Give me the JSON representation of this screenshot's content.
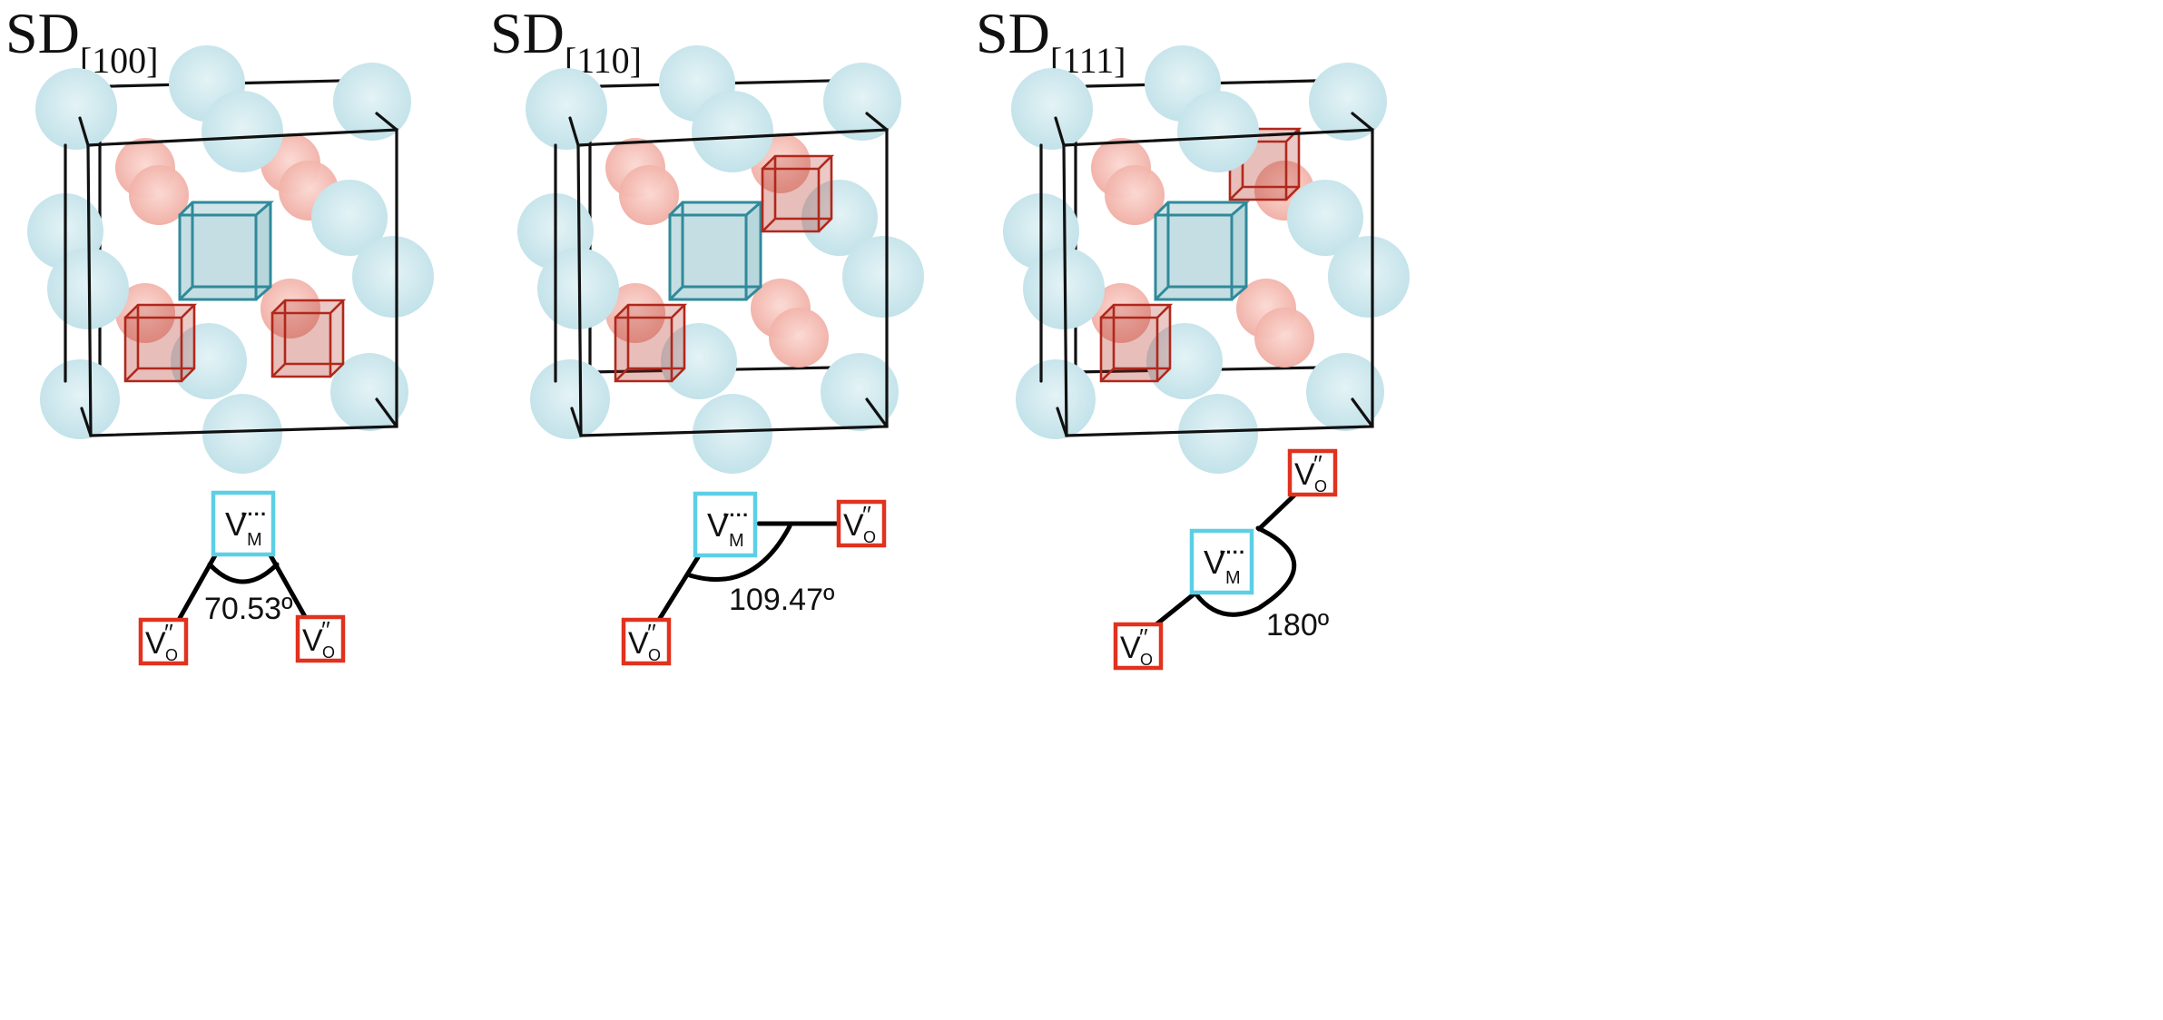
{
  "colors": {
    "cation_site": "#c9e6ec",
    "anion_site": "#f4b6ad",
    "cation_vacancy": "#2f8a9a",
    "anion_vacancy": "#b0281c",
    "cation_vacancy_label_box": "#5ccfe6",
    "anion_vacancy_label_box": "#e0321e",
    "lattice_edge": "#111111"
  },
  "panels": [
    {
      "title": "SD",
      "subscript": "[100]",
      "angle": "70.53º",
      "cation_vacancy": {
        "main": "V",
        "sub": "M",
        "charge": "····"
      },
      "anion_vacancies": [
        {
          "main": "V",
          "sub": "O",
          "charge": "′′"
        },
        {
          "main": "V",
          "sub": "O",
          "charge": "′′"
        }
      ]
    },
    {
      "title": "SD",
      "subscript": "[110]",
      "angle": "109.47º",
      "cation_vacancy": {
        "main": "V",
        "sub": "M",
        "charge": "····"
      },
      "anion_vacancies": [
        {
          "main": "V",
          "sub": "O",
          "charge": "′′"
        },
        {
          "main": "V",
          "sub": "O",
          "charge": "′′"
        }
      ]
    },
    {
      "title": "SD",
      "subscript": "[111]",
      "angle": "180º",
      "cation_vacancy": {
        "main": "V",
        "sub": "M",
        "charge": "····"
      },
      "anion_vacancies": [
        {
          "main": "V",
          "sub": "O",
          "charge": "′′"
        },
        {
          "main": "V",
          "sub": "O",
          "charge": "′′"
        }
      ]
    }
  ]
}
